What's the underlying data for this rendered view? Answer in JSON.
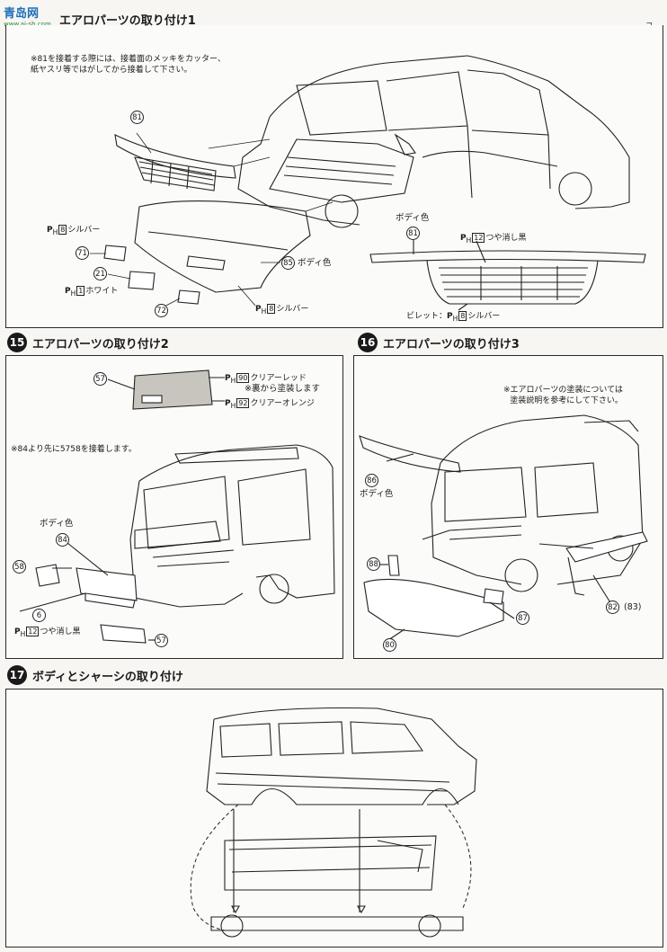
{
  "watermark": {
    "title": "青岛网",
    "url": "www.ai-sh.com"
  },
  "corner_mark": "ᄀ",
  "step14": {
    "title": "エアロパーツの取り付け1",
    "note_line1": "※81を接着する際には、接着面のメッキをカッター、",
    "note_line2": "紙ヤスリ等ではがしてから接着して下さい。",
    "labels": {
      "ph8_silver": "シルバー",
      "ph8_silver_code": "8",
      "ph1_white": "ホワイト",
      "ph1_white_code": "1",
      "body_color": "ボディ色",
      "ph8_silver_b": "シルバー",
      "ph8_silver_b_code": "8",
      "body_color_81": "ボディ色",
      "ph12_matte": "つや消し黒",
      "ph12_matte_code": "12",
      "rivet": "ビレット：",
      "rivet_silver": "シルバー",
      "rivet_silver_code": "8"
    },
    "parts": [
      "81",
      "71",
      "21",
      "85",
      "72",
      "81"
    ]
  },
  "step15": {
    "number": "15",
    "title": "エアロパーツの取り付け2",
    "ph90_label": "クリアーレッド",
    "ph90_code": "90",
    "paint_back": "※裏から塗装します",
    "ph92_label": "クリアーオレンジ",
    "ph92_code": "92",
    "note": "※84より先に5758を接着します。",
    "body_color": "ボディ色",
    "ph12_label": "つや消し黒",
    "ph12_code": "12",
    "parts": [
      "57",
      "84",
      "58",
      "6",
      "57"
    ]
  },
  "step16": {
    "number": "16",
    "title": "エアロパーツの取り付け3",
    "note_line1": "※エアロパーツの塗装については",
    "note_line2": "塗装説明を参考にして下さい。",
    "body_color": "ボディ色",
    "parts": [
      "86",
      "88",
      "87",
      "80",
      "82",
      "(83)"
    ]
  },
  "step17": {
    "number": "17",
    "title": "ボディとシャーシの取り付け"
  },
  "ph_prefix": "P",
  "ph_sub": "H"
}
